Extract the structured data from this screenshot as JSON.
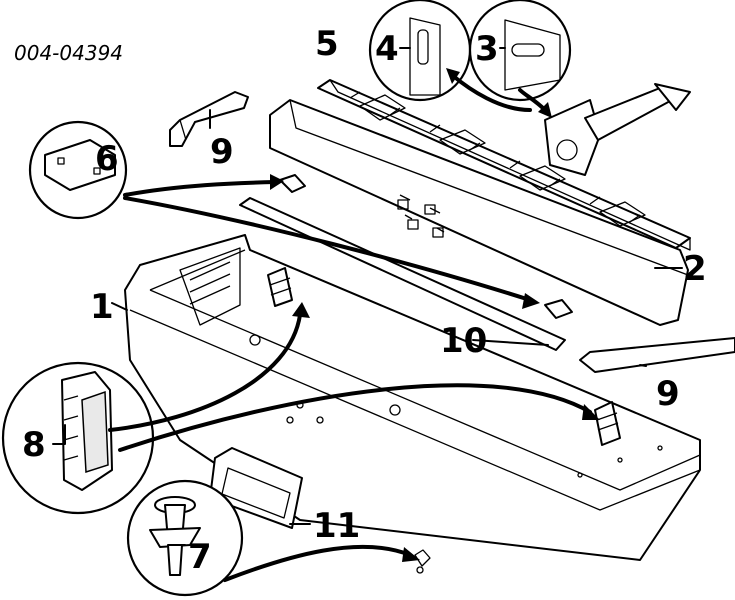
{
  "diagram": {
    "part_code": "004-04394",
    "part_numbers": [
      "1",
      "2",
      "3",
      "4",
      "5",
      "6",
      "7",
      "8",
      "9",
      "9",
      "10",
      "11"
    ]
  }
}
